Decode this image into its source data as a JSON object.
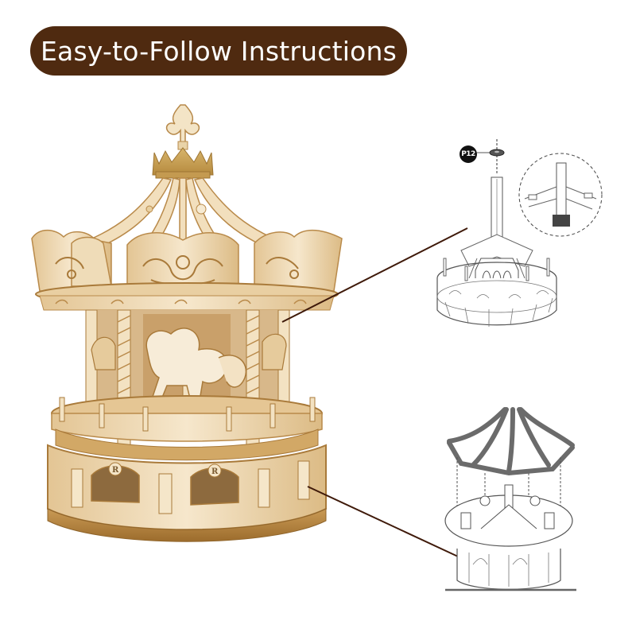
{
  "header": {
    "title": "Easy-to-Follow Instructions",
    "background_color": "#4f2a10",
    "text_color": "#ffffff"
  },
  "product_photo": {
    "subject": "wooden-carousel-music-box",
    "wood_color": "#f1dfbf",
    "edge_color": "#b98a4a",
    "crown_color": "#c9a45a"
  },
  "instruction_steps": [
    {
      "position": "top",
      "part_label": "P12",
      "has_detail_inset": true,
      "content": "center-pole-with-washer"
    },
    {
      "position": "bottom",
      "content": "exploded-canopy-frame-over-base",
      "canopy_color": "#6b6b6b"
    }
  ],
  "connector_color": "#3f1a0a"
}
